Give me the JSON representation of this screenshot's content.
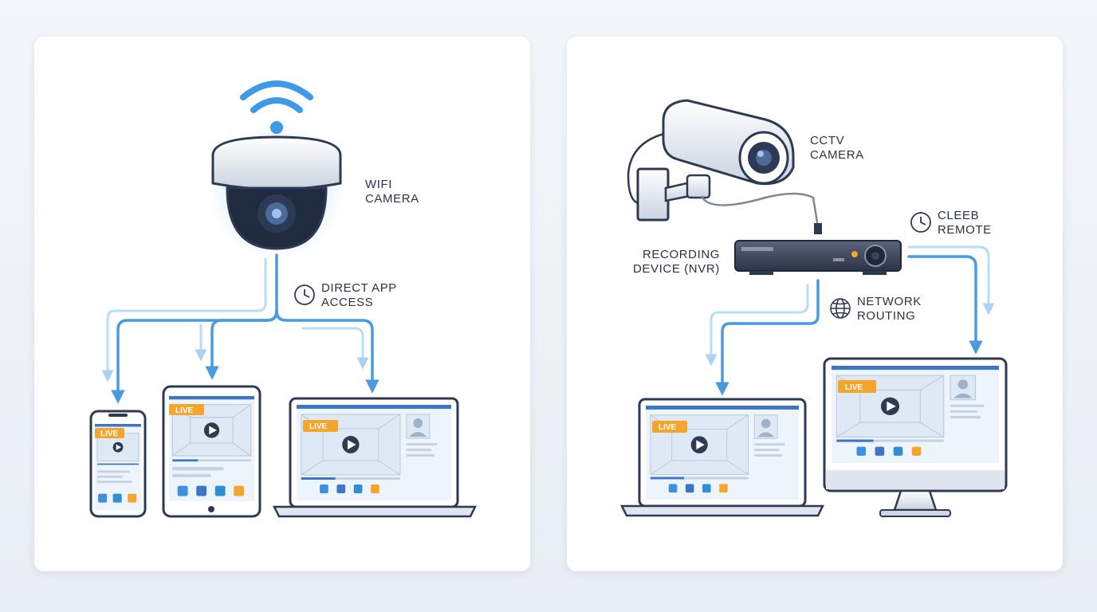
{
  "left_panel": {
    "camera_label": [
      "WIFI",
      "CAMERA"
    ],
    "access_label": [
      "DIRECT APP",
      "ACCESS"
    ],
    "live_badge": "LIVE"
  },
  "right_panel": {
    "camera_label": [
      "CCTV",
      "CAMERA"
    ],
    "recorder_label": [
      "RECORDING",
      "DEVICE (NVR)"
    ],
    "remote_label": [
      "CLEEB",
      "REMOTE"
    ],
    "routing_label": [
      "NETWORK",
      "ROUTING"
    ],
    "live_badge": "LIVE"
  },
  "colors": {
    "arrow": "#4a9ae0",
    "arrow_light": "#b9dcf7",
    "device_frame": "#2d3a52",
    "live_badge": "#f3a52c",
    "screen": "#e9f1fb"
  }
}
